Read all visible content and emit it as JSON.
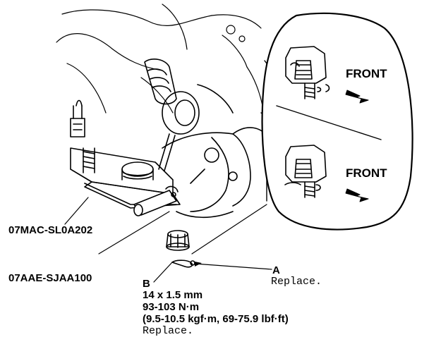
{
  "tools": {
    "tool_1": "07MAC-SL0A202",
    "tool_2": "07AAE-SJAA100"
  },
  "callouts": {
    "a_letter": "A",
    "a_note": "Replace.",
    "b_letter": "B",
    "b_size": "14 x 1.5 mm",
    "b_torque": "93-103 N·m",
    "b_torque_alt": "(9.5-10.5 kgf·m, 69-75.9 lbf·ft)",
    "b_note": "Replace."
  },
  "inset": {
    "top_label": "FRONT",
    "bottom_label": "FRONT"
  }
}
